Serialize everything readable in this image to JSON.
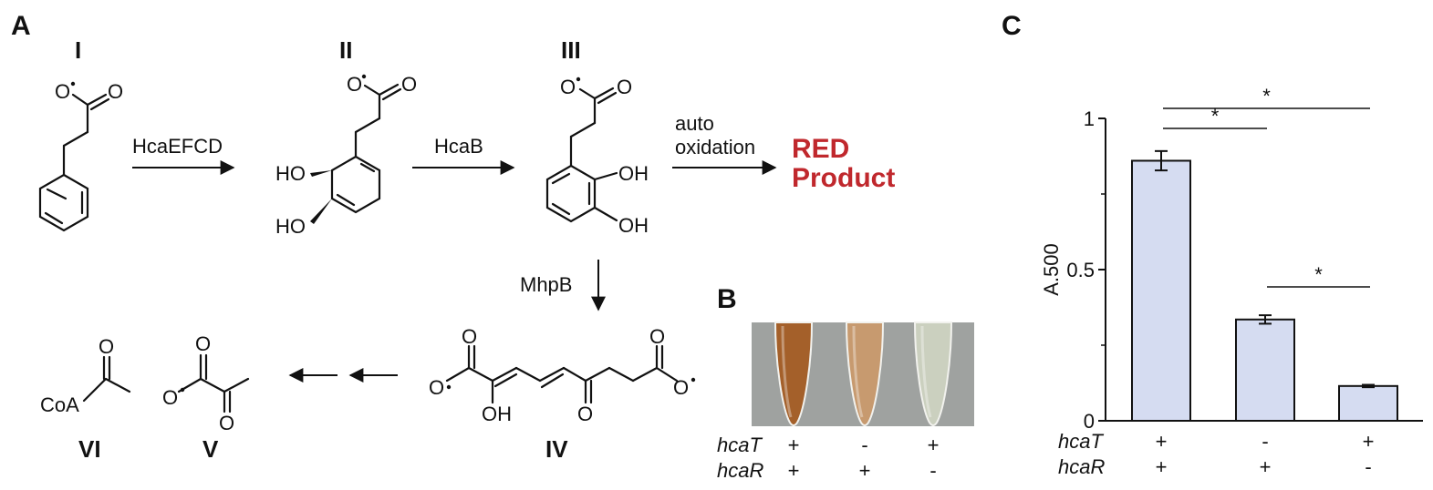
{
  "panel_a": {
    "label": "A",
    "compounds": {
      "c1": "I",
      "c2": "II",
      "c3": "III",
      "c4": "IV",
      "c5": "V",
      "c6": "VI"
    },
    "enzymes": {
      "e1": "HcaEFCD",
      "e2": "HcaB",
      "e3": "MhpB"
    },
    "auto": {
      "line1": "auto",
      "line2": "oxidation"
    },
    "red_product": {
      "line1": "RED",
      "line2": "Product",
      "color": "#c0282d"
    },
    "atoms": {
      "oxygen": "O",
      "hydroxyl_left": "HO",
      "hydroxyl_right": "OH",
      "coa": "CoA"
    }
  },
  "panel_b": {
    "label": "B",
    "tube_colors": [
      "#a4602a",
      "#c79a6f",
      "#cbd0bf"
    ],
    "rows": [
      {
        "gene": "hcaT",
        "signs": [
          "+",
          "-",
          "+"
        ]
      },
      {
        "gene": "hcaR",
        "signs": [
          "+",
          "+",
          "-"
        ]
      }
    ]
  },
  "panel_c": {
    "label": "C",
    "rows": [
      {
        "gene": "hcaT",
        "signs": [
          "+",
          "-",
          "+"
        ]
      },
      {
        "gene": "hcaR",
        "signs": [
          "+",
          "+",
          "-"
        ]
      }
    ],
    "significance_marker": "*",
    "bar_color": "#d5dcf1"
  },
  "chart_data": {
    "type": "bar",
    "title": "",
    "xlabel": "",
    "ylabel": "A.500",
    "ylim": [
      0,
      1
    ],
    "yticks": [
      "0",
      "0.5",
      "1"
    ],
    "categories": [
      "hcaT+ hcaR+",
      "hcaT- hcaR+",
      "hcaT+ hcaR-"
    ],
    "values": [
      0.86,
      0.335,
      0.115
    ],
    "errors": [
      0.032,
      0.014,
      0.004
    ],
    "significance": [
      {
        "from": 0,
        "to": 1,
        "label": "*"
      },
      {
        "from": 0,
        "to": 2,
        "label": "*"
      },
      {
        "from": 1,
        "to": 2,
        "label": "*"
      }
    ]
  }
}
